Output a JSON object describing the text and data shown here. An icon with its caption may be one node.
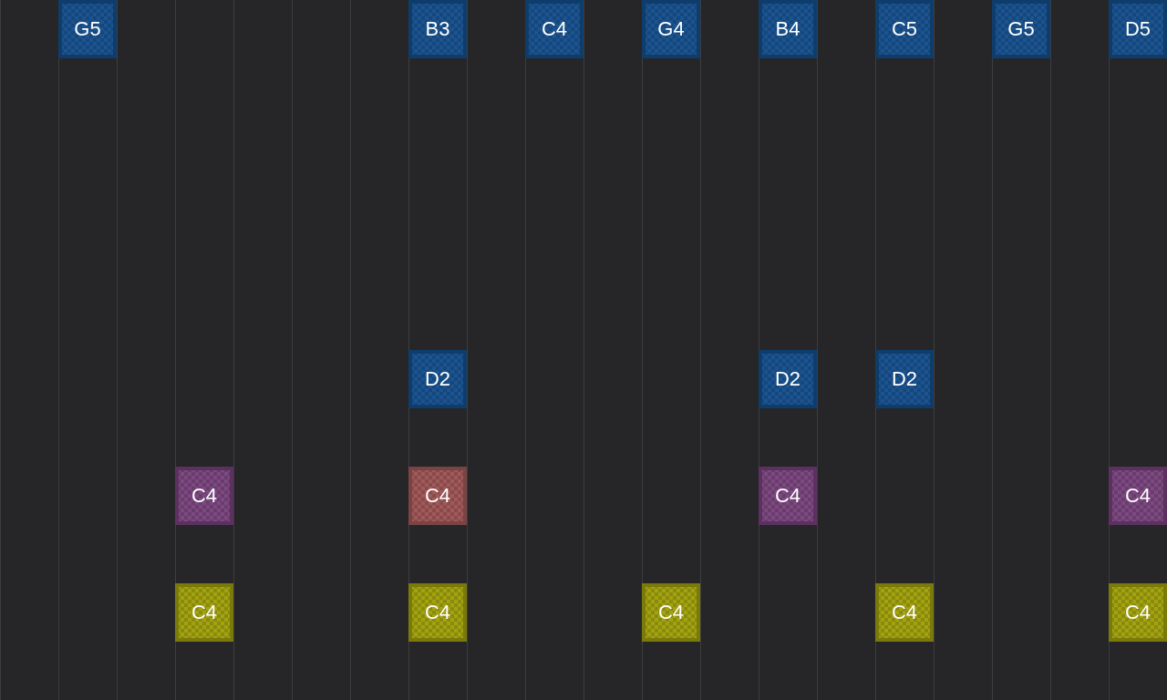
{
  "diagram": {
    "nodes": [
      {
        "text": [
          "G5"
        ]
      },
      {
        "text": [
          "B3"
        ]
      },
      {
        "text": [
          "C4"
        ]
      },
      {
        "text": [
          "G4"
        ]
      },
      {
        "text": [
          "B4"
        ]
      },
      {
        "text": [
          "C5"
        ]
      },
      {
        "text": [
          "G5"
        ]
      },
      {
        "text": [
          "D5"
        ]
      },
      {
        "text": [
          "D2"
        ]
      },
      {
        "text": [
          "D2"
        ]
      },
      {
        "text": [
          "D2"
        ]
      },
      {
        "text": [
          "C4"
        ]
      },
      {
        "text": [
          "C4"
        ]
      },
      {
        "text": [
          "C4"
        ]
      },
      {
        "text": [
          "C4"
        ]
      },
      {
        "text": [
          "C4"
        ]
      },
      {
        "text": [
          "C4"
        ]
      },
      {
        "text": [
          "C4"
        ]
      },
      {
        "text": [
          "C4"
        ]
      },
      {
        "text": [
          "C4"
        ]
      }
    ]
  }
}
